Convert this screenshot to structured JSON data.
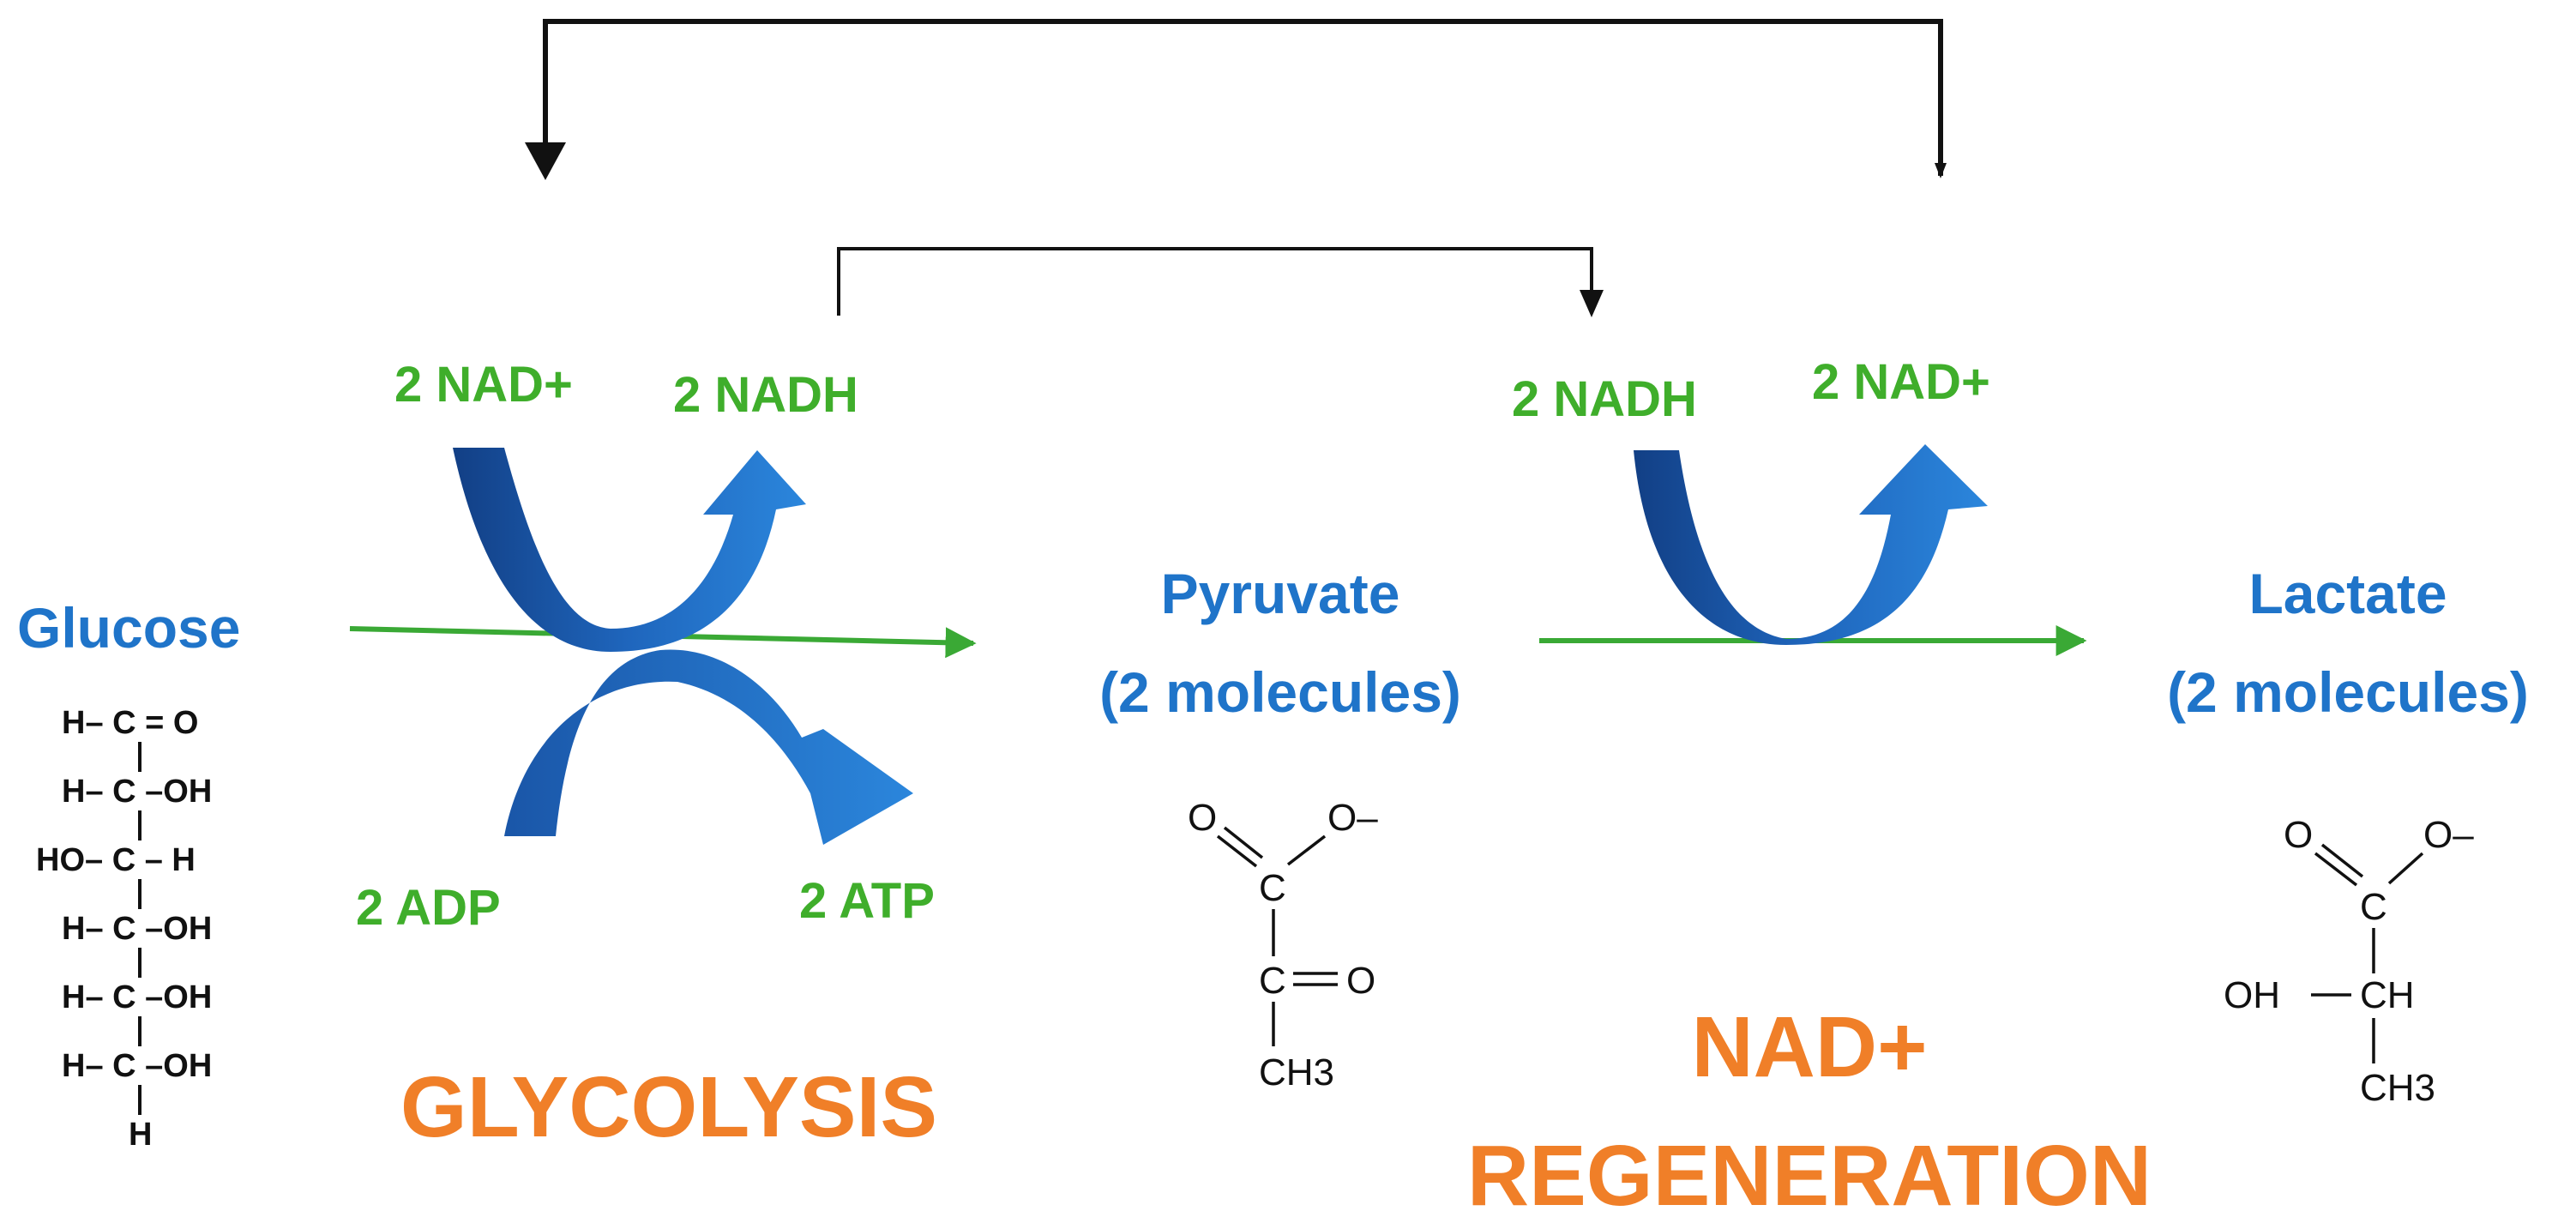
{
  "colors": {
    "blue_text": "#1f74c9",
    "green_text": "#3fae2b",
    "orange_text": "#f07f28",
    "arrow_blue_light": "#2b82d9",
    "arrow_blue_dark": "#123f85",
    "green_line": "#3aa935",
    "black": "#111111"
  },
  "compounds": {
    "glucose": {
      "name": "Glucose"
    },
    "pyruvate": {
      "name": "Pyruvate",
      "count": "(2 molecules)"
    },
    "lactate": {
      "name": "Lactate",
      "count": "(2 molecules)"
    }
  },
  "glycolysis": {
    "title": "GLYCOLYSIS",
    "nad_in": "2 NAD+",
    "nadh_out": "2 NADH",
    "adp_in": "2 ADP",
    "atp_out": "2 ATP"
  },
  "regeneration": {
    "title_line1": "NAD+",
    "title_line2": "REGENERATION",
    "nadh_in": "2 NADH",
    "nad_out": "2 NAD+"
  },
  "structures": {
    "glucose_rows": [
      "H– C = O",
      "H– C –OH",
      "HO– C – H",
      "H– C –OH",
      "H– C –OH",
      "H– C –OH"
    ],
    "glucose_bottom": "H",
    "pyruvate": {
      "o_double": "O",
      "o_minus": "O–",
      "c_carboxyl": "C",
      "c_keto": "C",
      "keto_o": "O",
      "ch3": "CH3"
    },
    "lactate": {
      "o_double": "O",
      "o_minus": "O–",
      "c_carboxyl": "C",
      "oh": "OH",
      "ch": "CH",
      "ch3": "CH3"
    }
  }
}
